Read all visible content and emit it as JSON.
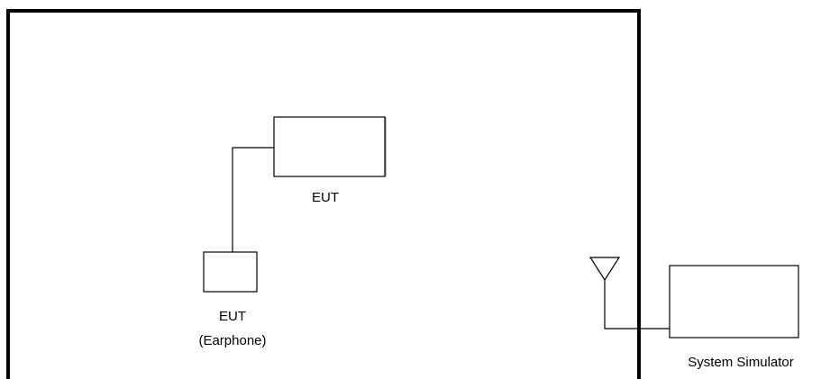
{
  "diagram": {
    "labels": {
      "eut": "EUT",
      "earphone_line1": "EUT",
      "earphone_line2": "(Earphone)",
      "system_simulator": "System Simulator"
    }
  },
  "colors": {
    "line": "#000000",
    "background": "#ffffff"
  }
}
